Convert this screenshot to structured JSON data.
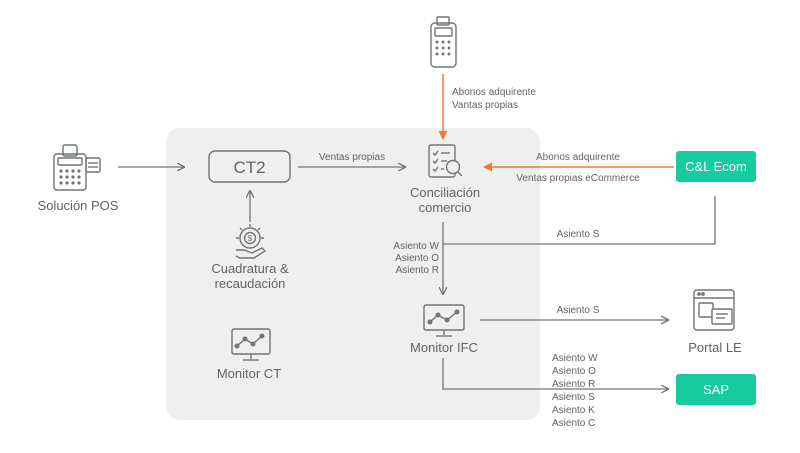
{
  "nodes": {
    "pos": {
      "label": "Solución POS"
    },
    "ct2": {
      "label": "CT2"
    },
    "cuadratura": {
      "line1": "Cuadratura &",
      "line2": "recaudación"
    },
    "monitor_ct": {
      "label": "Monitor CT"
    },
    "conciliacion": {
      "line1": "Conciliación",
      "line2": "comercio"
    },
    "monitor_ifc": {
      "label": "Monitor IFC"
    },
    "cl_ecom": {
      "label": "C&L Ecom"
    },
    "portal_le": {
      "label": "Portal LE"
    },
    "sap": {
      "label": "SAP"
    }
  },
  "edges": {
    "terminal_to_conc": [
      "Abonos adquirente",
      "Vantas propias"
    ],
    "ct2_to_conc": [
      "Ventas propias"
    ],
    "ecom_to_conc": [
      "Abonos adquirente",
      "Ventas propias eCommerce"
    ],
    "ecom_asiento": [
      "Asiento S"
    ],
    "conc_to_monitor": [
      "Asiento W",
      "Asiento O",
      "Asiento R"
    ],
    "monitor_to_portal": [
      "Asiento S"
    ],
    "monitor_to_sap": [
      "Asiento W",
      "Asiento O",
      "Asiento R",
      "Asiento S",
      "Asiento K",
      "Asiento C"
    ]
  },
  "colors": {
    "orange": "#f07b2e",
    "teal": "#16cc9f",
    "gray_line": "#707577",
    "panel": "#efefef"
  }
}
